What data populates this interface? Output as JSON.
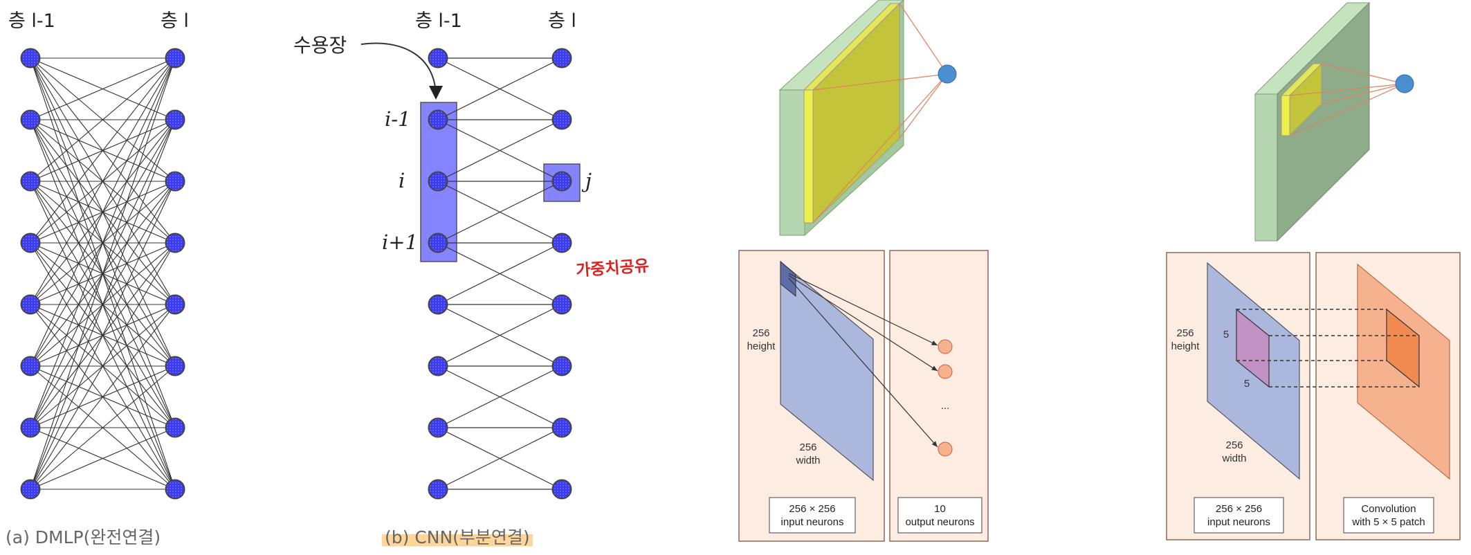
{
  "panel_a": {
    "left_layer": "층 l-1",
    "right_layer": "층 l",
    "caption": "(a) DMLP(완전연결)"
  },
  "panel_b": {
    "left_layer": "층 l-1",
    "right_layer": "층 l",
    "receptive_field": "수용장",
    "row_i_minus": "i-1",
    "row_i": "i",
    "row_i_plus": "i+1",
    "target_j": "j",
    "handwritten_note": "가중치공유",
    "caption": "(b) CNN(부분연결)"
  },
  "panel_c": {
    "height_value": "256",
    "height_label": "height",
    "width_value": "256",
    "width_label": "width",
    "input_box": [
      "256  ×  256",
      "input neurons"
    ],
    "output_box": [
      "10",
      "output neurons"
    ],
    "ellipsis": "..."
  },
  "panel_d": {
    "height_value": "256",
    "height_label": "height",
    "width_value": "256",
    "width_label": "width",
    "patch_side_v": "5",
    "patch_side_h": "5",
    "input_box": [
      "256 × 256",
      "input neurons"
    ],
    "conv_box": [
      "Convolution",
      "with 5 × 5 patch"
    ]
  },
  "colors": {
    "neuron_fill": "#3b3bf0",
    "neuron_edge": "#444444",
    "receptive_box": "#8080ff",
    "panel_bg": "#fdece1",
    "feature_map": "#abb7dd",
    "output_neuron": "#f6b28f",
    "layer_green": "#b5d6b0",
    "filter_yellow": "#c4c43a",
    "node_blue": "#4a8fd0",
    "orange_patch": "#f08a50",
    "pink_patch": "#c392c4"
  }
}
